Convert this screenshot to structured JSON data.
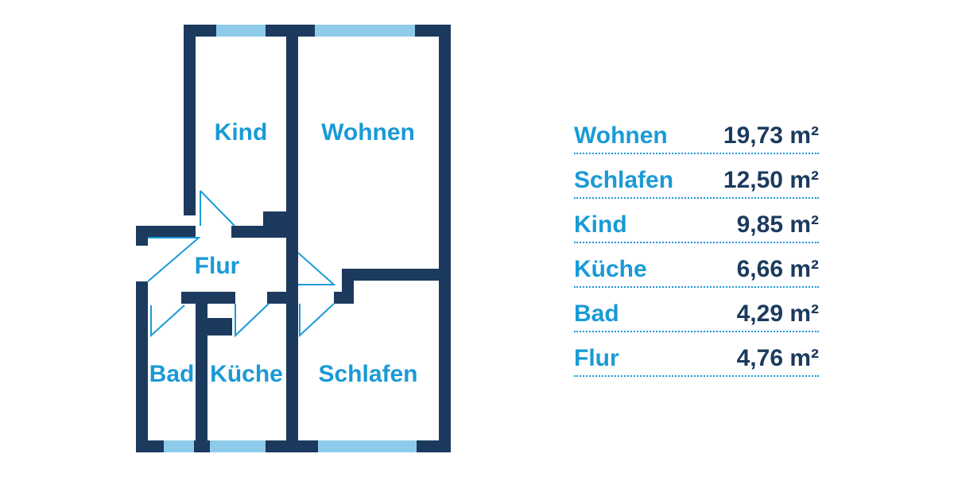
{
  "colors": {
    "wall": "#1b3a5e",
    "window": "#8ecbea",
    "label": "#1a9ad6",
    "door": "#1a9ad6",
    "value": "#1b3a5e"
  },
  "rooms": {
    "kind": "Kind",
    "wohnen": "Wohnen",
    "flur": "Flur",
    "bad": "Bad",
    "kueche": "Küche",
    "schlafen": "Schlafen"
  },
  "areas": [
    {
      "name": "Wohnen",
      "value": "19,73 m²"
    },
    {
      "name": "Schlafen",
      "value": "12,50 m²"
    },
    {
      "name": "Kind",
      "value": "9,85 m²"
    },
    {
      "name": "Küche",
      "value": "6,66 m²"
    },
    {
      "name": "Bad",
      "value": "4,29 m²"
    },
    {
      "name": "Flur",
      "value": "4,76 m²"
    }
  ]
}
